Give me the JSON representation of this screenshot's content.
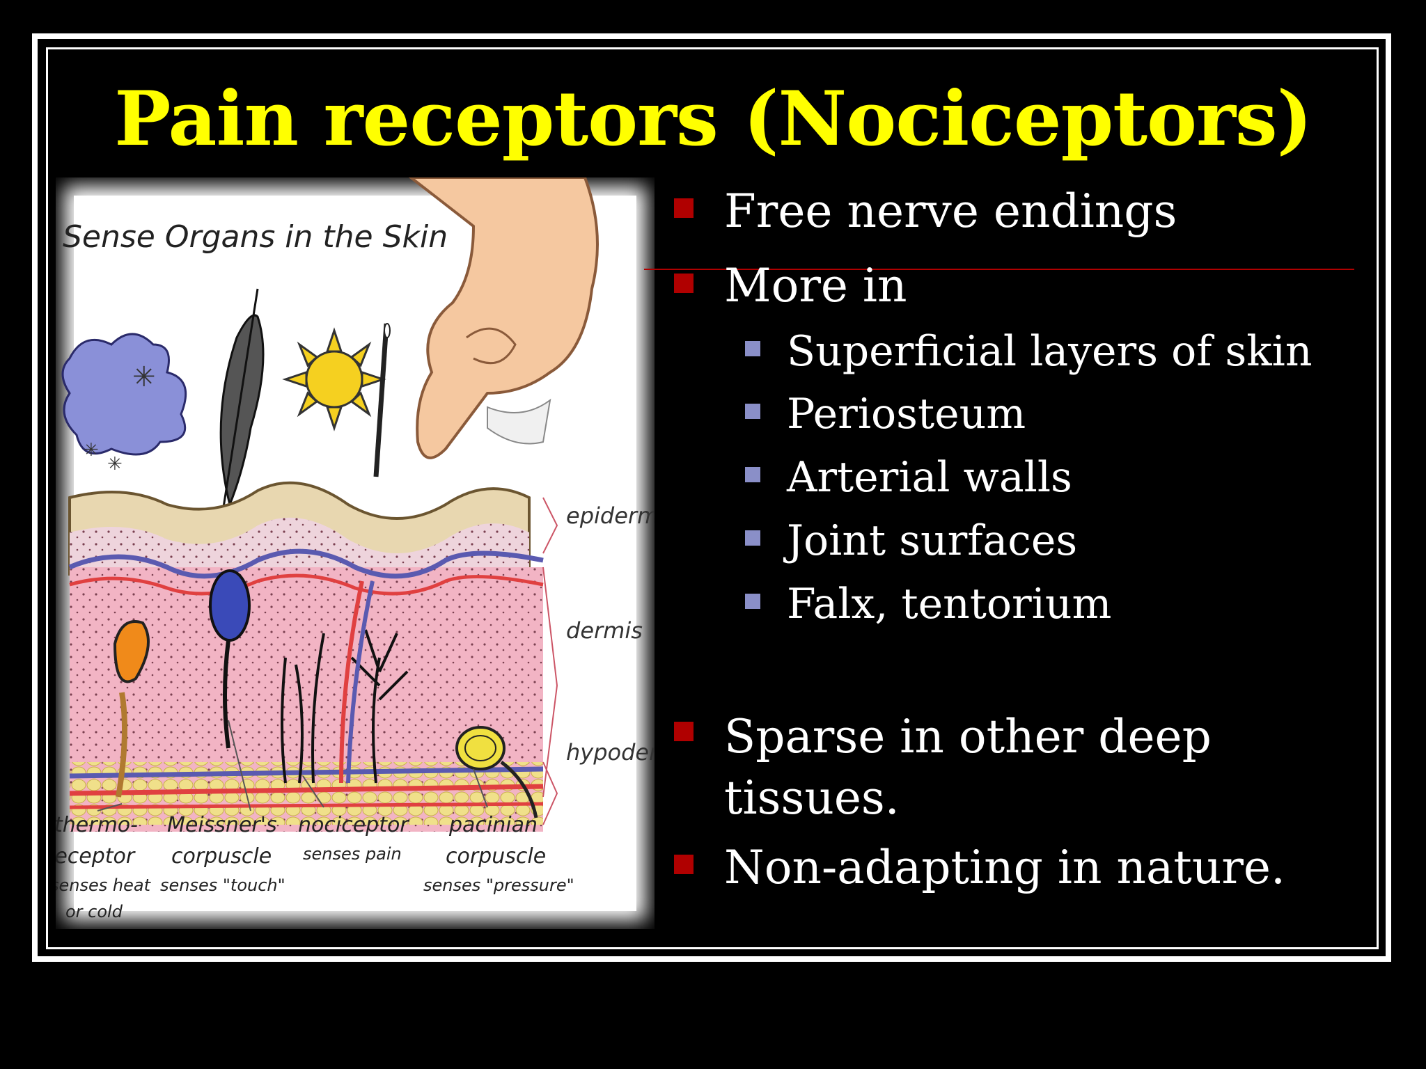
{
  "slide": {
    "title": "Pain receptors (Nociceptors)",
    "bullets": [
      {
        "text": "Free nerve endings"
      },
      {
        "text": "More in"
      },
      {
        "text": "Sparse in other deep"
      },
      {
        "text": "tissues."
      },
      {
        "text": "Non-adapting in nature."
      }
    ],
    "sub_bullets": [
      "Superficial layers of skin",
      "Periosteum",
      "Arterial walls",
      "Joint surfaces",
      "Falx, tentorium"
    ],
    "colors": {
      "title": "#ffff00",
      "bullet": "#b00000",
      "sub_bullet": "#8a8fc8",
      "background": "#000000"
    }
  },
  "figure": {
    "heading": "Sense Organs in the Skin",
    "layers": {
      "epidermis": "epidermis",
      "dermis": "dermis",
      "hypodermis": "hypodermis"
    },
    "labels": {
      "thermo1": "thermo-",
      "thermo2": "receptor",
      "thermo3": "senses heat",
      "thermo4": "or cold",
      "meissner1": "Meissner's",
      "meissner2": "corpuscle",
      "meissner3": "senses \"touch\"",
      "noci1": "nociceptor",
      "noci2": "senses pain",
      "pacinian1": "pacinian",
      "pacinian2": "corpuscle",
      "pacinian3": "senses \"pressure\""
    }
  }
}
